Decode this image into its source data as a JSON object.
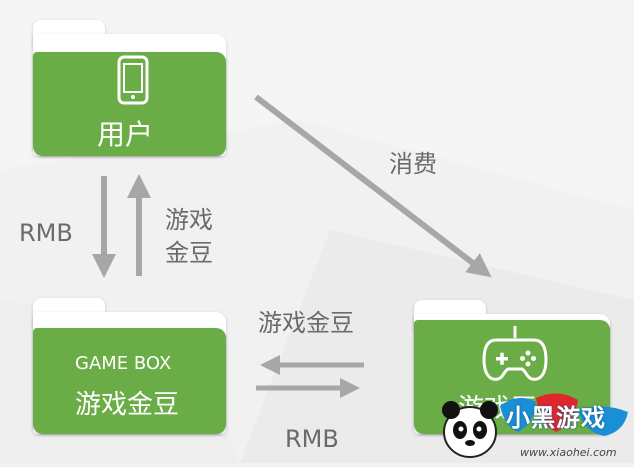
{
  "nodes": {
    "user": {
      "label": "用户"
    },
    "gamebox": {
      "title": "GAME BOX",
      "subtitle": "游戏金豆"
    },
    "vendor": {
      "label": "游戏厂商"
    }
  },
  "edges": {
    "consume": "消费",
    "user_to_box": "RMB",
    "box_to_user": "游戏金豆",
    "vendor_to_box": "游戏金豆",
    "box_to_vendor": "RMB"
  },
  "watermark": {
    "brand": "小黑游戏",
    "url": "www.xiaohei.com"
  },
  "colors": {
    "folder_green": "#6aac45",
    "arrow_gray": "#a7a7a7",
    "text_gray": "#6b6b6b"
  }
}
